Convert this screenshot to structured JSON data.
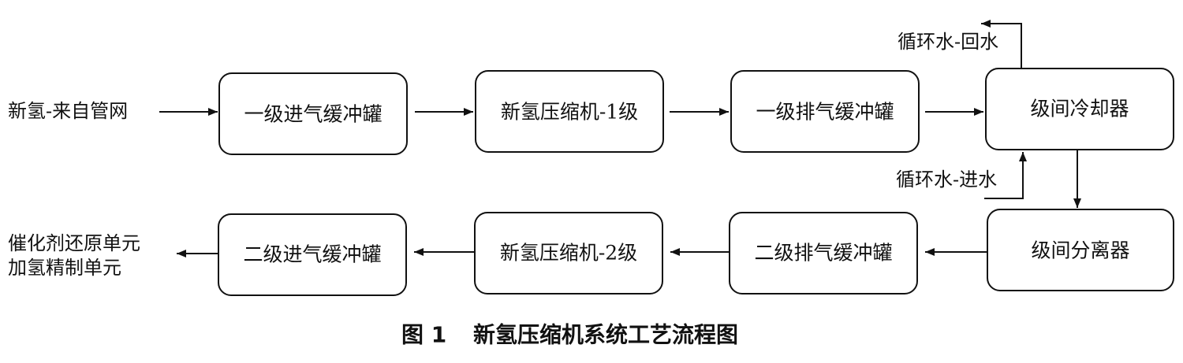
{
  "nodes": {
    "buffer1_in": "一级进气缓冲罐",
    "compressor1": "新氢压缩机-1级",
    "buffer1_out": "一级排气缓冲罐",
    "intercooler": "级间冷却器",
    "separator": "级间分离器",
    "buffer2_out": "二级排气缓冲罐",
    "compressor2": "新氢压缩机-2级",
    "buffer2_in": "二级进气缓冲罐"
  },
  "labels": {
    "source": "新氢-来自管网",
    "water_return": "循环水-回水",
    "water_supply": "循环水-进水",
    "dest_line1": "催化剂还原单元",
    "dest_line2": "加氢精制单元"
  },
  "caption": {
    "number": "图 1",
    "title": "新氢压缩机系统工艺流程图"
  }
}
